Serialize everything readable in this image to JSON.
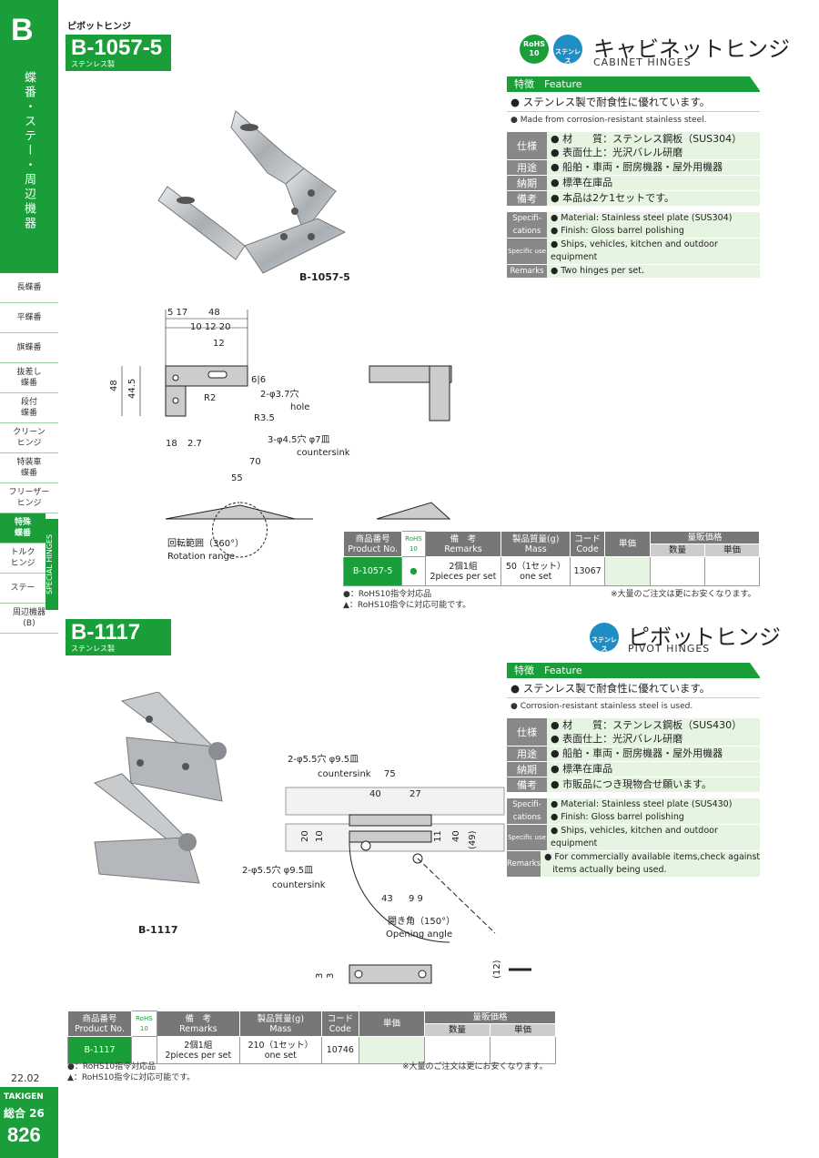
{
  "sidebar": {
    "letter": "B",
    "vertical": "蝶番・ステー・周辺機器",
    "items": [
      {
        "label": "長蝶番"
      },
      {
        "label": "平蝶番"
      },
      {
        "label": "旗蝶番"
      },
      {
        "label": "抜差し\n蝶番"
      },
      {
        "label": "段付\n蝶番"
      },
      {
        "label": "クリーン\nヒンジ"
      },
      {
        "label": "特装車\n蝶番"
      },
      {
        "label": "フリーザー\nヒンジ"
      },
      {
        "label": "特殊\n蝶番"
      },
      {
        "label": "トルク\nヒンジ"
      },
      {
        "label": "ステー"
      },
      {
        "label": "周辺機器\n(B)"
      }
    ],
    "special": "SPECIAL HINGES",
    "date": "22.02",
    "brand": "TAKIGEN",
    "sougou": "総合 26",
    "page": "826"
  },
  "section1": {
    "category": "ピボットヒンジ",
    "model": "B-1057-5",
    "material_sub": "ステンレス製",
    "title_jp": "キャビネットヒンジ",
    "title_en": "CABINET HINGES",
    "badge_rohs": "RoHS\n10",
    "badge_sus": "ステンレス",
    "feature_label": "特徴　Feature",
    "feature_jp": "● ステンレス製で耐食性に優れています。",
    "feature_en": "● Made from corrosion-resistant stainless steel.",
    "spec_jp": [
      {
        "key": "仕様",
        "vals": [
          "● 材　　質：ステンレス鋼板（SUS304）",
          "● 表面仕上：光沢バレル研磨"
        ]
      },
      {
        "key": "用途",
        "vals": [
          "● 船舶・車両・厨房機器・屋外用機器"
        ]
      },
      {
        "key": "納期",
        "vals": [
          "● 標準在庫品"
        ]
      },
      {
        "key": "備考",
        "vals": [
          "● 本品は2ケ1セットです。"
        ]
      }
    ],
    "spec_en": [
      {
        "key": "Specifi-\ncations",
        "vals": [
          "● Material: Stainless steel plate (SUS304)",
          "● Finish: Gloss barrel polishing"
        ]
      },
      {
        "key": "Specific use",
        "vals": [
          "● Ships, vehicles, kitchen and outdoor equipment"
        ]
      },
      {
        "key": "Remarks",
        "vals": [
          "● Two hinges per set."
        ]
      }
    ],
    "photo_label": "B-1057-5",
    "rotation_jp": "回転範囲（360°）",
    "rotation_en": "Rotation range",
    "table": {
      "h_product": "商品番号\nProduct No.",
      "h_rohs": "RoHS\n10",
      "h_remarks": "備　考\nRemarks",
      "h_mass": "製品質量(g)\nMass",
      "h_code": "コード\nCode",
      "h_price": "単価",
      "h_bulk": "量販価格",
      "h_qty": "数量",
      "h_unit": "単価",
      "row": {
        "product": "B-1057-5",
        "rohs": "●",
        "remarks": "2個1組\n2pieces per set",
        "mass": "50（1セット）\none set",
        "code": "13067"
      }
    },
    "note1": "●：RoHS10指令対応品",
    "note2": "▲：RoHS10指令に対応可能です。",
    "note3": "※大量のご注文は更にお安くなります。"
  },
  "section2": {
    "model": "B-1117",
    "material_sub": "ステンレス製",
    "title_jp": "ピボットヒンジ",
    "title_en": "PIVOT HINGES",
    "badge_sus": "ステンレス",
    "feature_label": "特徴　Feature",
    "feature_jp": "● ステンレス製で耐食性に優れています。",
    "feature_en": "● Corrosion-resistant stainless steel is used.",
    "spec_jp": [
      {
        "key": "仕様",
        "vals": [
          "● 材　　質：ステンレス鋼板（SUS430）",
          "● 表面仕上：光沢バレル研磨"
        ]
      },
      {
        "key": "用途",
        "vals": [
          "● 船舶・車両・厨房機器・屋外用機器"
        ]
      },
      {
        "key": "納期",
        "vals": [
          "● 標準在庫品"
        ]
      },
      {
        "key": "備考",
        "vals": [
          "● 市販品につき現物合せ願います。"
        ]
      }
    ],
    "spec_en": [
      {
        "key": "Specifi-\ncations",
        "vals": [
          "● Material: Stainless steel plate (SUS430)",
          "● Finish: Gloss barrel polishing"
        ]
      },
      {
        "key": "Specific use",
        "vals": [
          "● Ships, vehicles, kitchen and outdoor equipment"
        ]
      },
      {
        "key": "Remarks",
        "vals": [
          "● For commercially available items,check against",
          "   items actually being used."
        ]
      }
    ],
    "photo_label": "B-1117",
    "opening_jp": "開き角（150°）",
    "opening_en": "Opening angle",
    "table": {
      "h_product": "商品番号\nProduct No.",
      "h_rohs": "RoHS\n10",
      "h_remarks": "備　考\nRemarks",
      "h_mass": "製品質量(g)\nMass",
      "h_code": "コード\nCode",
      "h_price": "単価",
      "h_bulk": "量販価格",
      "h_qty": "数量",
      "h_unit": "単価",
      "row": {
        "product": "B-1117",
        "rohs": "",
        "remarks": "2個1組\n2pieces per set",
        "mass": "210（1セット）\none set",
        "code": "10746"
      }
    },
    "note1": "●：RoHS10指令対応品",
    "note2": "▲：RoHS10指令に対応可能です。",
    "note3": "※大量のご注文は更にお安くなります。"
  }
}
